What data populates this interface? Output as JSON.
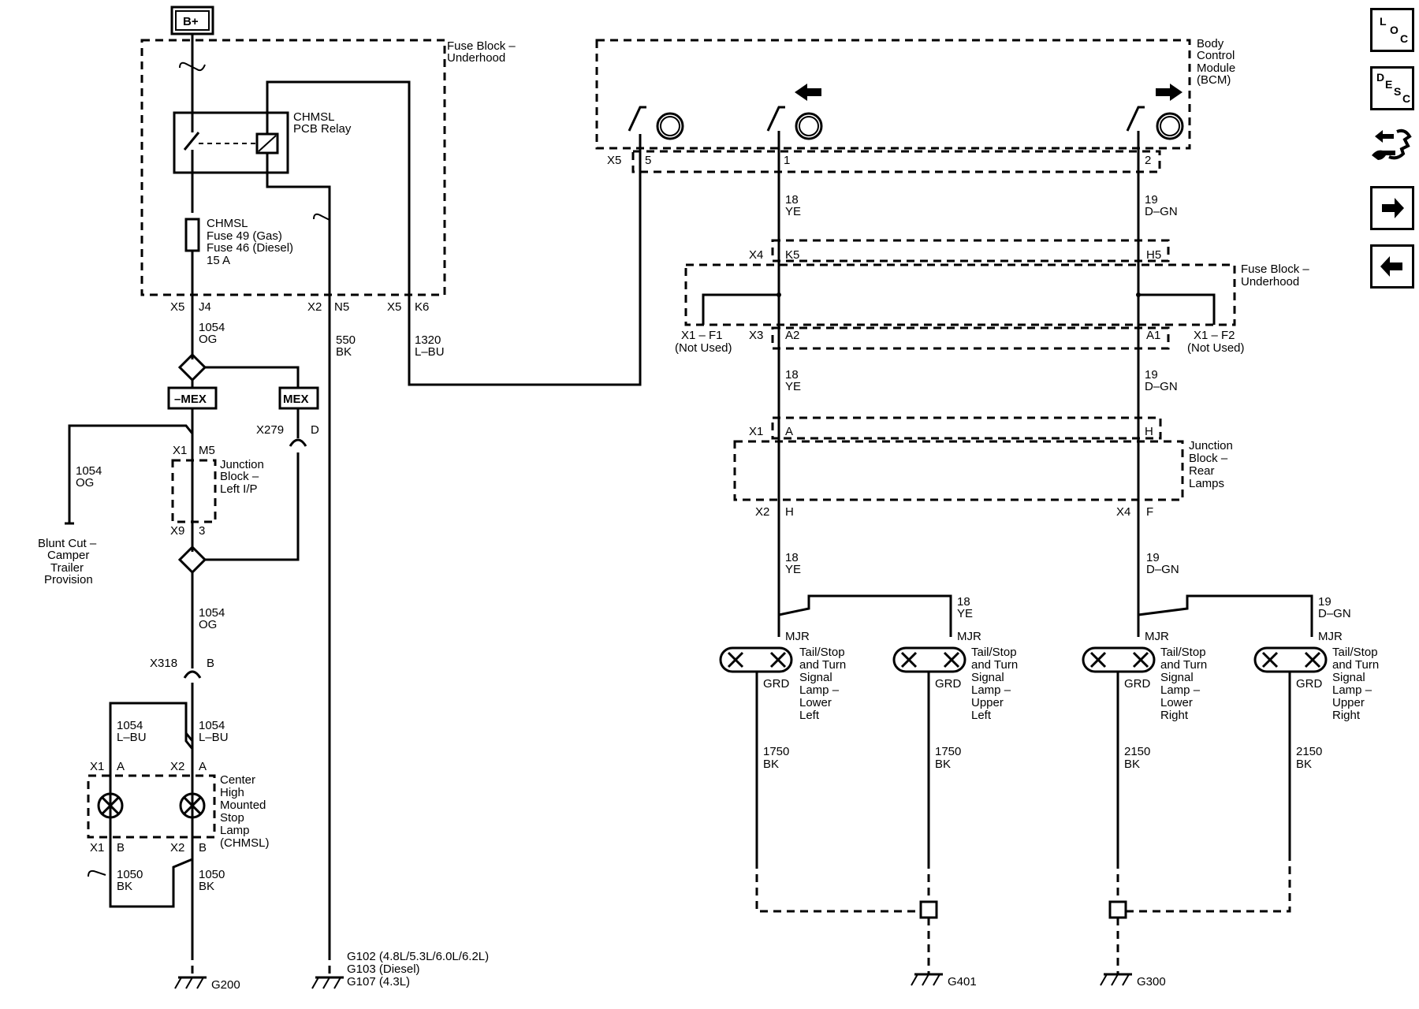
{
  "power": {
    "label": "B+"
  },
  "fuse_block_top": {
    "l1": "Fuse Block –",
    "l2": "Underhood"
  },
  "relay": {
    "l1": "CHMSL",
    "l2": "PCB Relay"
  },
  "fuse": {
    "l1": "CHMSL",
    "l2": "Fuse 49 (Gas)",
    "l3": "Fuse 46 (Diesel)",
    "l4": "15 A"
  },
  "pins_top": {
    "x5a": "X5",
    "j4": "J4",
    "x2": "X2",
    "n5": "N5",
    "x5b": "X5",
    "k6": "K6"
  },
  "wires": {
    "w1054_n": "1054",
    "w1054_c": "OG",
    "w550_n": "550",
    "w550_c": "BK",
    "w1320_n": "1320",
    "w1320_c": "L–BU",
    "w1054b_n": "1054",
    "w1054b_c": "OG",
    "w1054c_n": "1054",
    "w1054c_c": "OG",
    "w1054lbu1_n": "1054",
    "w1054lbu1_c": "L–BU",
    "w1054lbu2_n": "1054",
    "w1054lbu2_c": "L–BU",
    "w1050a_n": "1050",
    "w1050a_c": "BK",
    "w1050b_n": "1050",
    "w1050b_c": "BK",
    "ye1_n": "18",
    "ye1_c": "YE",
    "ye2_n": "18",
    "ye2_c": "YE",
    "ye3_n": "18",
    "ye3_c": "YE",
    "ye4_n": "18",
    "ye4_c": "YE",
    "gn1_n": "19",
    "gn1_c": "D–GN",
    "gn2_n": "19",
    "gn2_c": "D–GN",
    "gn3_n": "19",
    "gn3_c": "D–GN",
    "gn4_n": "19",
    "gn4_c": "D–GN",
    "bk1_n": "1750",
    "bk1_c": "BK",
    "bk2_n": "1750",
    "bk2_c": "BK",
    "bk3_n": "2150",
    "bk3_c": "BK",
    "bk4_n": "2150",
    "bk4_c": "BK"
  },
  "mex": {
    "neg": "–MEX",
    "pos": "MEX"
  },
  "x279": {
    "label": "X279",
    "pin": "D"
  },
  "jb_left": {
    "x1": "X1",
    "m5": "M5",
    "l1": "Junction",
    "l2": "Block –",
    "l3": "Left I/P",
    "x9": "X9",
    "p3": "3"
  },
  "blunt": {
    "l1": "Blunt Cut –",
    "l2": "Camper",
    "l3": "Trailer",
    "l4": "Provision"
  },
  "x318": {
    "label": "X318",
    "pin": "B"
  },
  "chmsl_lamp": {
    "x1a": "X1",
    "a1": "A",
    "x2a": "X2",
    "a2": "A",
    "x1b": "X1",
    "b1": "B",
    "x2b": "X2",
    "b2": "B",
    "l1": "Center",
    "l2": "High",
    "l3": "Mounted",
    "l4": "Stop",
    "l5": "Lamp",
    "l6": "(CHMSL)"
  },
  "grounds": {
    "g200": "G200",
    "g102": "G102 (4.8L/5.3L/6.0L/6.2L)",
    "g103": "G103 (Diesel)",
    "g107": "G107 (4.3L)",
    "g401": "G401",
    "g300": "G300"
  },
  "bcm": {
    "l1": "Body",
    "l2": "Control",
    "l3": "Module",
    "l4": "(BCM)",
    "x5": "X5",
    "p5": "5",
    "p1": "1",
    "p2": "2"
  },
  "fb_right": {
    "x4": "X4",
    "k5": "K5",
    "h5": "H5",
    "l1": "Fuse Block –",
    "l2": "Underhood",
    "x1f1": "X1 – F1",
    "nu1": "(Not Used)",
    "x3": "X3",
    "a2": "A2",
    "a1": "A1",
    "x1f2": "X1 – F2",
    "nu2": "(Not Used)"
  },
  "jb_rear": {
    "x1": "X1",
    "a": "A",
    "h": "H",
    "l1": "Junction",
    "l2": "Block –",
    "l3": "Rear",
    "l4": "Lamps",
    "x2": "X2",
    "ph": "H",
    "x4": "X4",
    "pf": "F"
  },
  "lamps": [
    {
      "mjr": "MJR",
      "grd": "GRD",
      "l1": "Tail/Stop",
      "l2": "and Turn",
      "l3": "Signal",
      "l4": "Lamp –",
      "l5": "Lower",
      "l6": "Left"
    },
    {
      "mjr": "MJR",
      "grd": "GRD",
      "l1": "Tail/Stop",
      "l2": "and Turn",
      "l3": "Signal",
      "l4": "Lamp –",
      "l5": "Upper",
      "l6": "Left"
    },
    {
      "mjr": "MJR",
      "grd": "GRD",
      "l1": "Tail/Stop",
      "l2": "and Turn",
      "l3": "Signal",
      "l4": "Lamp –",
      "l5": "Lower",
      "l6": "Right"
    },
    {
      "mjr": "MJR",
      "grd": "GRD",
      "l1": "Tail/Stop",
      "l2": "and Turn",
      "l3": "Signal",
      "l4": "Lamp –",
      "l5": "Upper",
      "l6": "Right"
    }
  ],
  "side_nav": {
    "loc": {
      "l": "L",
      "o": "O",
      "c": "C"
    },
    "desc": {
      "d": "D",
      "e": "E",
      "s": "S",
      "c": "C"
    }
  }
}
